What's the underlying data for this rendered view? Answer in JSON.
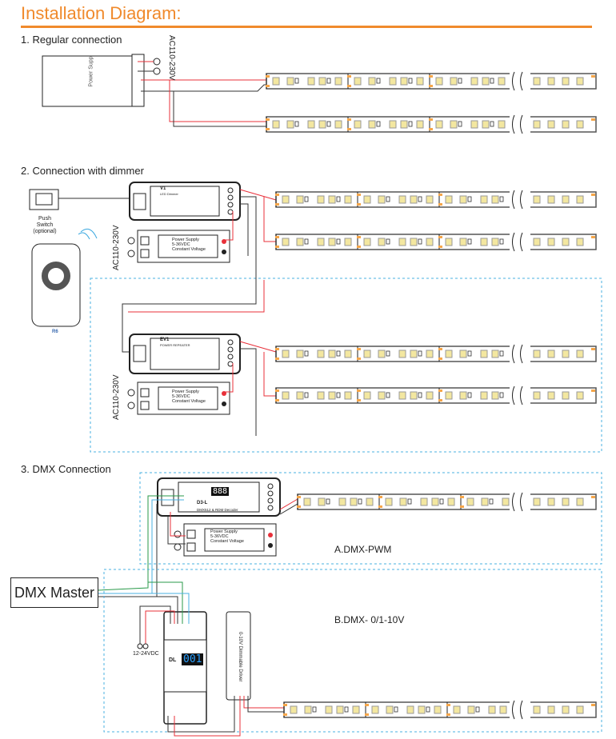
{
  "title": "Installation Diagram:",
  "sections": [
    {
      "label": "1. Regular connection",
      "ac_label": "AC110-230V",
      "psu_label": "Power Supp"
    },
    {
      "label": "2. Connection with dimmer",
      "push_switch": "Push Switch",
      "push_switch_note": "(optional)",
      "remote": "R6",
      "ac_label": "AC110-230V",
      "dimmer": {
        "name": "V1",
        "subtitle": "LED Dimmer"
      },
      "repeater": {
        "name": "EV1",
        "subtitle": "POWER REPEATER"
      },
      "psu": [
        "Power Supply",
        "5-36VDC",
        "Constant Voltage"
      ]
    },
    {
      "label": "3. DMX Connection",
      "dmx_master": "DMX Master",
      "decoder": {
        "name": "D3-L",
        "subtitle": "DMX512 & RDM Decoder",
        "display": "888"
      },
      "psu": [
        "Power Supply",
        "5-36VDC",
        "Constant Voltage"
      ],
      "pwm_label": "A.DMX-PWM",
      "analog_label": "B.DMX- 0/1-10V",
      "dl": {
        "name": "DL",
        "display": "001"
      },
      "supply": "12-24VDC",
      "driver": "0-10V Dimmable Driver"
    }
  ],
  "colors": {
    "accent": "#f08a2c",
    "dashed": "#4ab0e0",
    "wire_pos": "#e8303a",
    "wire_neg": "#333333"
  }
}
